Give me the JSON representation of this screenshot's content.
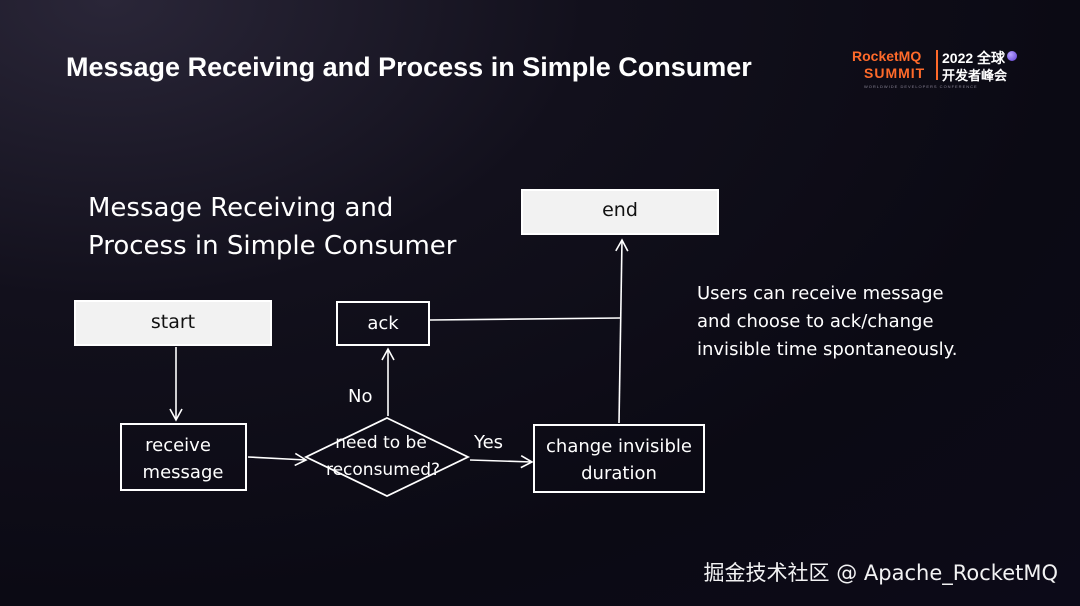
{
  "slide": {
    "title": "Message Receiving and Process in Simple Consumer"
  },
  "logo": {
    "brand": "RocketMQ",
    "event": "SUMMIT",
    "year": "2022 全球",
    "subtitle": "开发者峰会",
    "tagline": "WORLDWIDE DEVELOPERS CONFERENCE"
  },
  "diagram": {
    "heading_line1": "Message Receiving and",
    "heading_line2": "Process in Simple Consumer",
    "nodes": {
      "start": "start",
      "receive_line1": "receive",
      "receive_line2": "message",
      "decision_line1": "need to be",
      "decision_line2": "reconsumed?",
      "ack": "ack",
      "change_line1": "change invisible",
      "change_line2": "duration",
      "end": "end"
    },
    "edge_labels": {
      "no": "No",
      "yes": "Yes"
    },
    "note_line1": "Users can receive message",
    "note_line2": "and choose to ack/change",
    "note_line3": "invisible time spontaneously."
  },
  "watermark": "掘金技术社区 @ Apache_RocketMQ"
}
